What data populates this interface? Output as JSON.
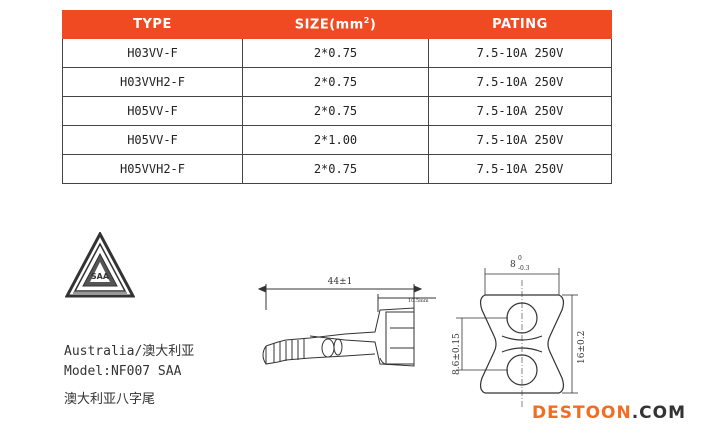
{
  "table": {
    "headers": {
      "type": "TYPE",
      "size": "SIZE(mm",
      "size_sup": "2",
      "size_close": ")",
      "rating": "PATING"
    },
    "rows": [
      {
        "type": "H03VV-F",
        "size": "2*0.75",
        "rating": "7.5-10A 250V"
      },
      {
        "type": "H03VVH2-F",
        "size": "2*0.75",
        "rating": "7.5-10A 250V"
      },
      {
        "type": "H05VV-F",
        "size": "2*0.75",
        "rating": "7.5-10A 250V"
      },
      {
        "type": "H05VV-F",
        "size": "2*1.00",
        "rating": "7.5-10A 250V"
      },
      {
        "type": "H05VVH2-F",
        "size": "2*0.75",
        "rating": "7.5-10A 250V"
      }
    ]
  },
  "logo": {
    "letters": "SAA"
  },
  "captions": {
    "line1": "Australia/澳大利亚",
    "line2": "Model:NF007 SAA",
    "line3": "澳大利亚八字尾"
  },
  "drawing": {
    "length_dim": "44±1",
    "offset_dim": "10.5mm",
    "width_dim_base": "8",
    "width_dim_upper": "0",
    "width_dim_lower": "-0.3",
    "pin_dim": "8.6±0.15",
    "height_dim": "16±0.2"
  },
  "watermark": {
    "brand": "DESTOON",
    "dot": ".",
    "tld": "COM"
  },
  "colors": {
    "header_bg": "#f04a22",
    "watermark": "#f26d21"
  }
}
